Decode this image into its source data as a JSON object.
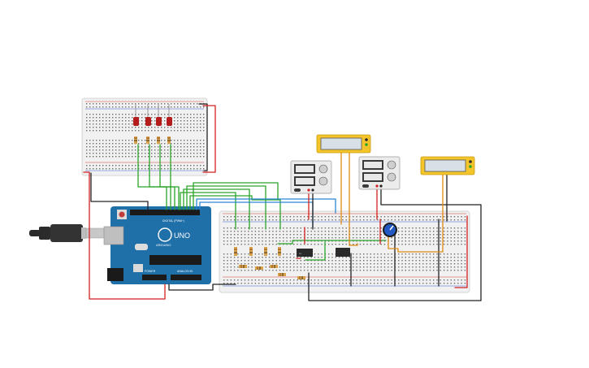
{
  "arduino": {
    "brand": "UNO",
    "maker": "ARDUINO",
    "header_digital": "DIGITAL (PWM~)",
    "header_power": "POWER",
    "header_analog": "ANALOG IN"
  },
  "colors": {
    "board": "#f1f1f1",
    "board_edge": "#d4d4d4",
    "hole": "#6a6a6a",
    "rail_red": "#d43a3a",
    "rail_blue": "#3a62d4",
    "arduino": "#1f6fa8",
    "wire_green": "#2aa52a",
    "wire_red": "#d42020",
    "wire_black": "#222222",
    "wire_blue": "#2a88d4",
    "wire_orange": "#e08a12",
    "lcd_frame": "#f3c52b",
    "lcd_screen": "#d6e0e6",
    "led": "#b51c1c",
    "pot": "#2259c2"
  },
  "icons": [
    "usb-cable-icon",
    "potentiometer-knob-icon",
    "reset-button-icon"
  ]
}
